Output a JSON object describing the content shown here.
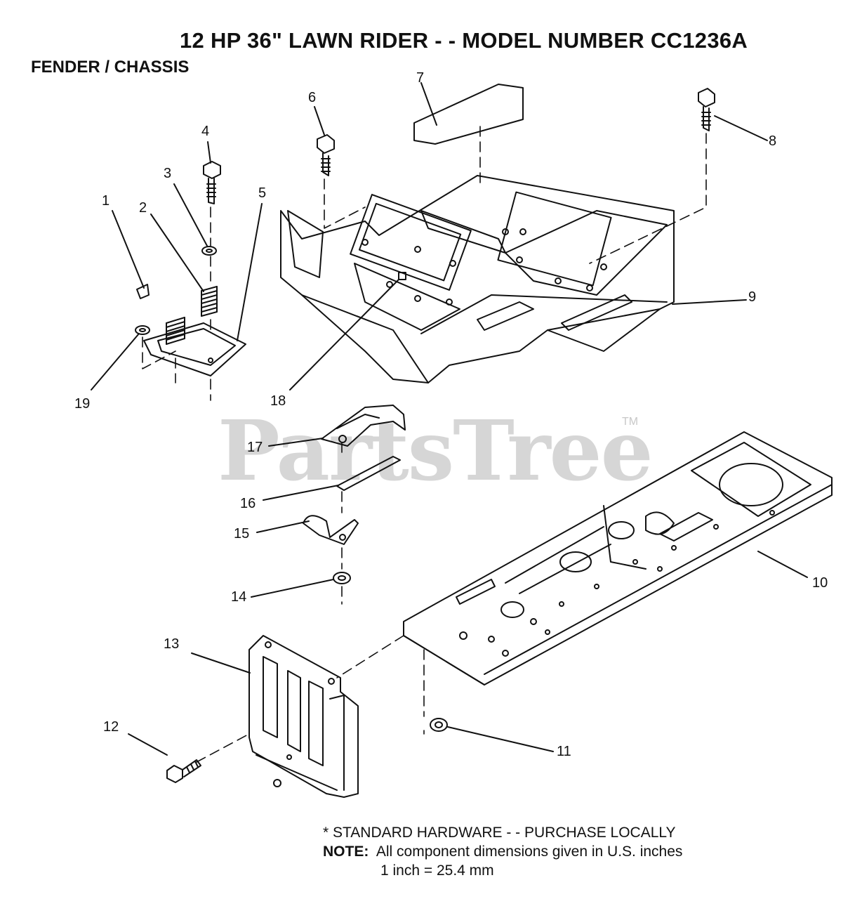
{
  "header": {
    "title": "12 HP 36\" LAWN RIDER - - MODEL NUMBER CC1236A",
    "subtitle": "FENDER / CHASSIS"
  },
  "watermark": {
    "text": "PartsTree",
    "tm": "TM"
  },
  "callouts": [
    "1",
    "2",
    "3",
    "4",
    "5",
    "6",
    "7",
    "8",
    "9",
    "10",
    "11",
    "12",
    "13",
    "14",
    "15",
    "16",
    "17",
    "18",
    "19"
  ],
  "footer": {
    "line1": "* STANDARD HARDWARE - - PURCHASE LOCALLY",
    "note_label": "NOTE:",
    "note_text": "All component dimensions given in U.S. inches",
    "line3": "1 inch = 25.4 mm"
  }
}
